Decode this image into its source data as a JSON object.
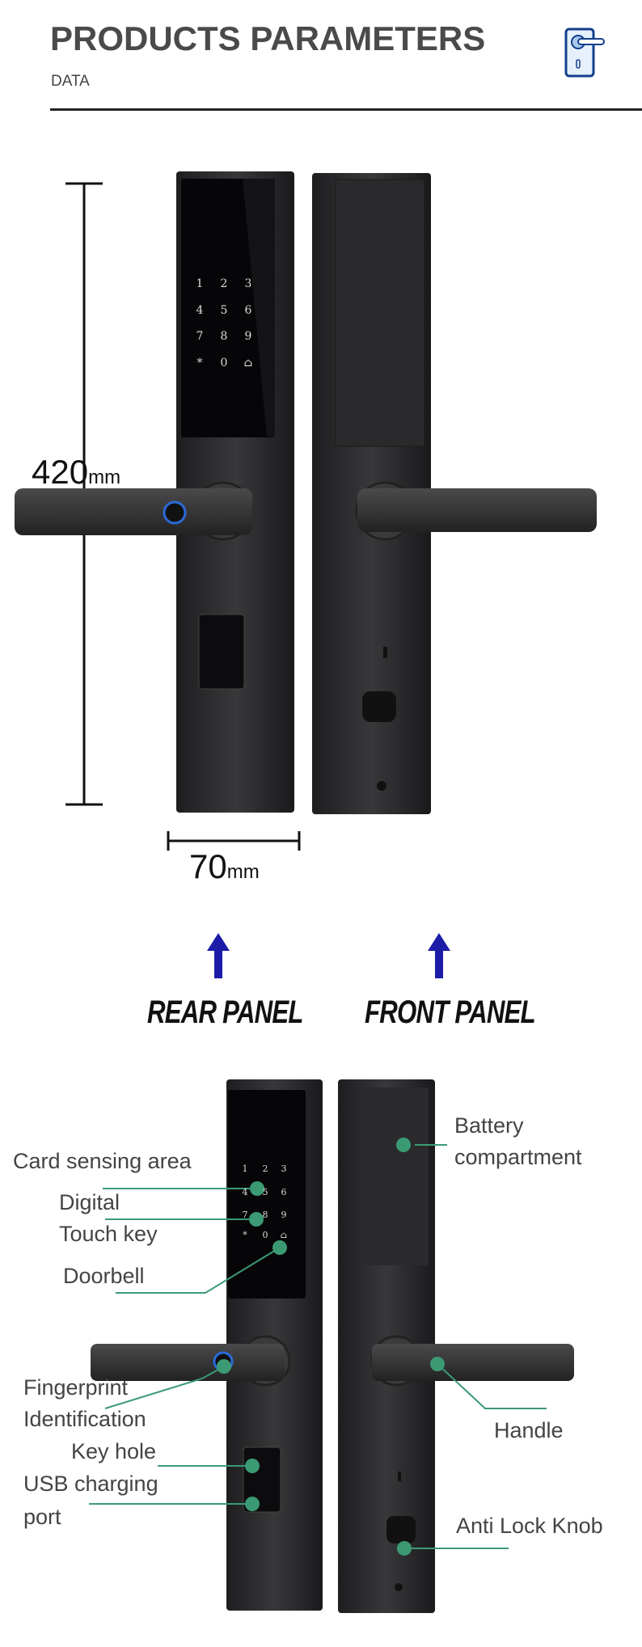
{
  "header": {
    "title": "PRODUCTS PARAMETERS",
    "subtitle": "DATA",
    "icon": "door-handle-icon"
  },
  "dimensions": {
    "height_value": "420",
    "height_unit": "mm",
    "width_value": "70",
    "width_unit": "mm"
  },
  "panels": {
    "rear_label": "REAR PANEL",
    "front_label": "FRONT PANEL",
    "arrow_color": "#1c1ca8"
  },
  "keypad": [
    "1",
    "2",
    "3",
    "4",
    "5",
    "6",
    "7",
    "8",
    "9",
    "*",
    "0",
    "bell"
  ],
  "callouts": {
    "card_sensing": "Card sensing area",
    "digital_line1": "Digital",
    "digital_line2": "Touch key",
    "doorbell": "Doorbell",
    "fingerprint_line1": "Fingerprint",
    "fingerprint_line2": "Identification",
    "key_hole": "Key hole",
    "usb_line1": "USB charging",
    "usb_line2": "port",
    "battery_line1": "Battery",
    "battery_line2": "compartment",
    "handle": "Handle",
    "anti_lock": "Anti Lock Knob"
  },
  "colors": {
    "callout_green": "#3b9a74",
    "lock_body": "#2b2b2d",
    "screen": "#060608"
  }
}
